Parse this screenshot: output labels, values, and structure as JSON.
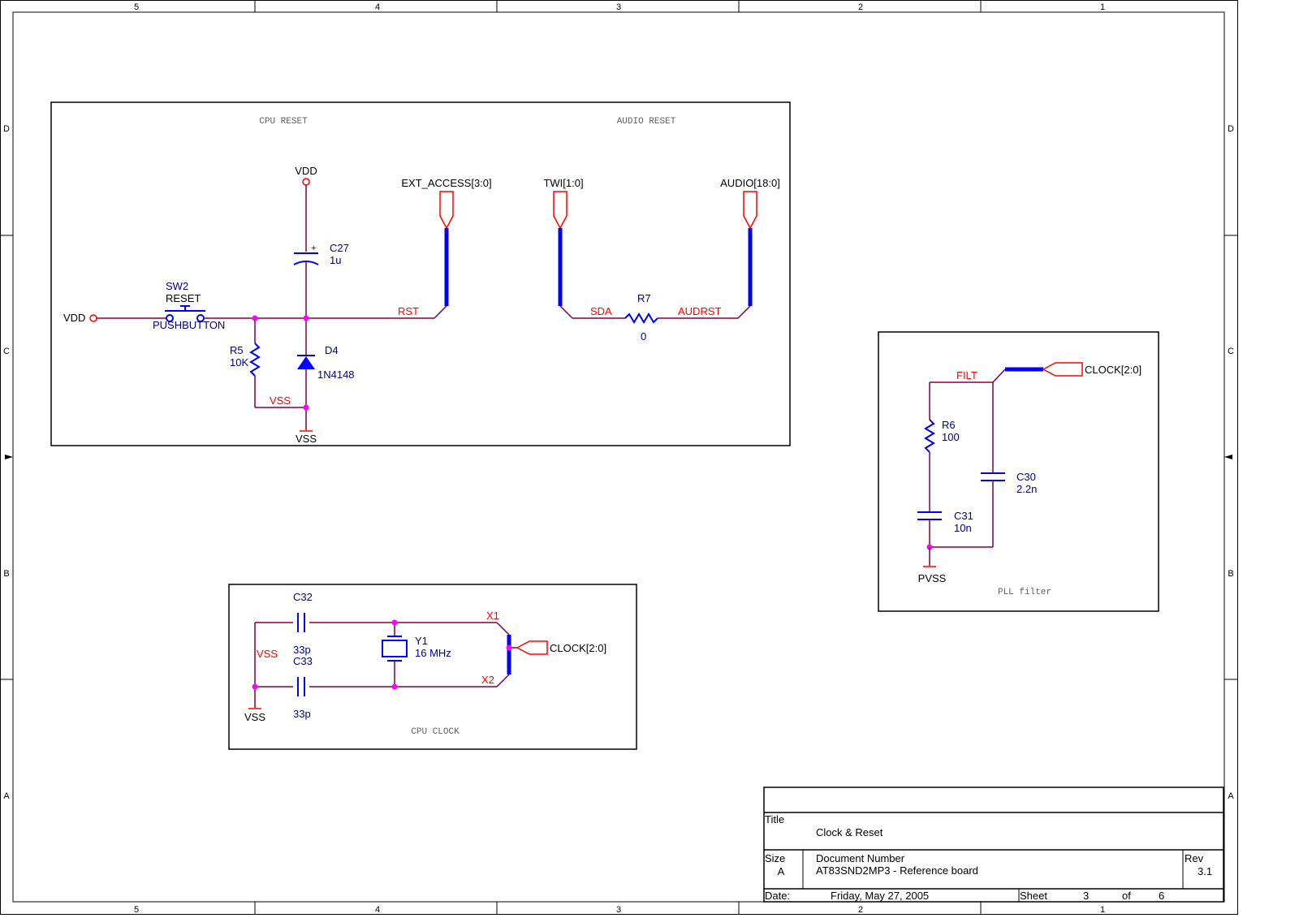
{
  "border": {
    "columns": [
      "5",
      "4",
      "3",
      "2",
      "1"
    ],
    "rows": [
      "D",
      "C",
      "B",
      "A"
    ]
  },
  "blocks": {
    "cpu_reset": "CPU RESET",
    "audio_reset": "AUDIO RESET",
    "pll_filter": "PLL filter",
    "cpu_clock": "CPU CLOCK"
  },
  "components": {
    "c27": {
      "ref": "C27",
      "value": "1u"
    },
    "sw2": {
      "ref": "SW2",
      "name": "RESET",
      "value": "PUSHBUTTON"
    },
    "r5": {
      "ref": "R5",
      "value": "10K"
    },
    "d4": {
      "ref": "D4",
      "value": "1N4148"
    },
    "r7": {
      "ref": "R7",
      "value": "0"
    },
    "r6": {
      "ref": "R6",
      "value": "100"
    },
    "c30": {
      "ref": "C30",
      "value": "2.2n"
    },
    "c31": {
      "ref": "C31",
      "value": "10n"
    },
    "c32": {
      "ref": "C32",
      "value": "33p"
    },
    "c33": {
      "ref": "C33",
      "value": "33p"
    },
    "y1": {
      "ref": "Y1",
      "value": "16 MHz"
    }
  },
  "power": {
    "vdd": "VDD",
    "vss": "VSS",
    "pvss": "PVSS"
  },
  "nets": {
    "rst": "RST",
    "sda": "SDA",
    "audrst": "AUDRST",
    "filt": "FILT",
    "vss": "VSS",
    "x1": "X1",
    "x2": "X2"
  },
  "ports": {
    "ext_access": "EXT_ACCESS[3:0]",
    "twi": "TWI[1:0]",
    "audio": "AUDIO[18:0]",
    "clock": "CLOCK[2:0]"
  },
  "title_block": {
    "title_label": "Title",
    "title": "Clock & Reset",
    "size_label": "Size",
    "size": "A",
    "docnum_label": "Document Number",
    "docnum": "AT83SND2MP3 - Reference board",
    "rev_label": "Rev",
    "rev": "3.1",
    "date_label": "Date:",
    "date": "Friday, May 27, 2005",
    "sheet_label": "Sheet",
    "sheet": "3",
    "of_label": "of",
    "total": "6"
  },
  "colors": {
    "wire": "#800040",
    "bus": "#0000ff",
    "component": "#0000ff",
    "ref_text": "#00007f",
    "net_label": "#ff0000",
    "junction": "#ff00ff"
  }
}
